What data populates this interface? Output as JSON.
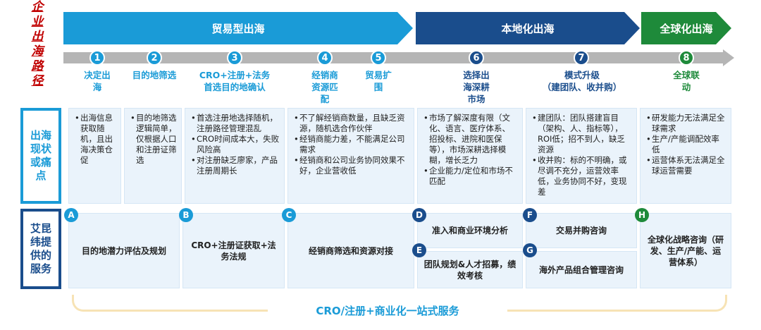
{
  "title_vertical": [
    "企",
    "业",
    "出",
    "海",
    "路",
    "径"
  ],
  "bands": [
    {
      "label": "贸易型出海",
      "color": "#1a9bd7"
    },
    {
      "label": "本地化出海",
      "color": "#1a4d8c"
    },
    {
      "label": "全球化出海",
      "color": "#1e8a3a"
    }
  ],
  "steps": [
    {
      "num": "1",
      "label": "决定出\n海"
    },
    {
      "num": "2",
      "label": "目的地筛选"
    },
    {
      "num": "3",
      "label": "CRO+注册+法务\n首选目的地确认"
    },
    {
      "num": "4",
      "label": "经销商\n资源匹\n配"
    },
    {
      "num": "5",
      "label": "贸易扩\n围"
    },
    {
      "num": "6",
      "label": "选择出\n海深耕\n市场"
    },
    {
      "num": "7",
      "label": "模式升级\n（建团队、收并购）"
    },
    {
      "num": "8",
      "label": "全球联\n动"
    }
  ],
  "row_heads": {
    "pain": "出海\n现状\n或痛\n点",
    "service": "艾昆\n纬提\n供的\n服务"
  },
  "pain_points": [
    [
      "出海信息获取随机，且出海决策仓促"
    ],
    [
      "目的地筛选逻辑简单，仅根据人口和注册证筛选"
    ],
    [
      "首选注册地选择随机，注册路径管理混乱",
      "CRO时间成本大，失败风险高",
      "对注册缺乏廖家，产品注册周期长"
    ],
    [
      "不了解经销商数量，且缺乏资源，随机选合作伙伴",
      "经销商能力差，不能满足公司需求",
      "经销商和公司业务协同效果不好，企业营收低"
    ],
    [
      "市场了解深度有限（文化、语言、医疗体系、招投标、进院和医保等），市场深耕选择模糊，增长乏力",
      "企业能力/定位和市场不匹配"
    ],
    [
      "建团队：团队搭建盲目（架构、人、指标等），ROI低；招不到人，缺乏资源",
      "收并购：标的不明确，或尽调不充分，运营效率低，业务协同不好，变现差"
    ],
    [
      "研发能力无法满足全球需求",
      "生产/产能调配效率低",
      "运营体系无法满足全球运营需要"
    ]
  ],
  "services": [
    {
      "badge": "A",
      "label": "目的地潜力评估及规划"
    },
    {
      "badge": "B",
      "label": "CRO+注册证获取+法务法规"
    },
    {
      "badge": "C",
      "label": "经销商筛选和资源对接"
    },
    {
      "badge": "D",
      "label": "准入和商业环境分析"
    },
    {
      "badge": "E",
      "label": "团队规划&人才招募，绩效考核"
    },
    {
      "badge": "F",
      "label": "交易并购咨询"
    },
    {
      "badge": "G",
      "label": "海外产品组合管理咨询"
    },
    {
      "badge": "H",
      "label": "全球化战略咨询（研发、生产/产能、运营体系）"
    }
  ],
  "bottom_label": "CRO/注册+商业化一站式服务",
  "colors": {
    "light_blue": "#1a9bd7",
    "dark_blue": "#1a4d8c",
    "green": "#1e8a3a",
    "red_title": "#c00000",
    "box_fill": "#eaf3fb",
    "gray_bar": "#b5b5b5",
    "bracket": "#f7e3b5"
  }
}
